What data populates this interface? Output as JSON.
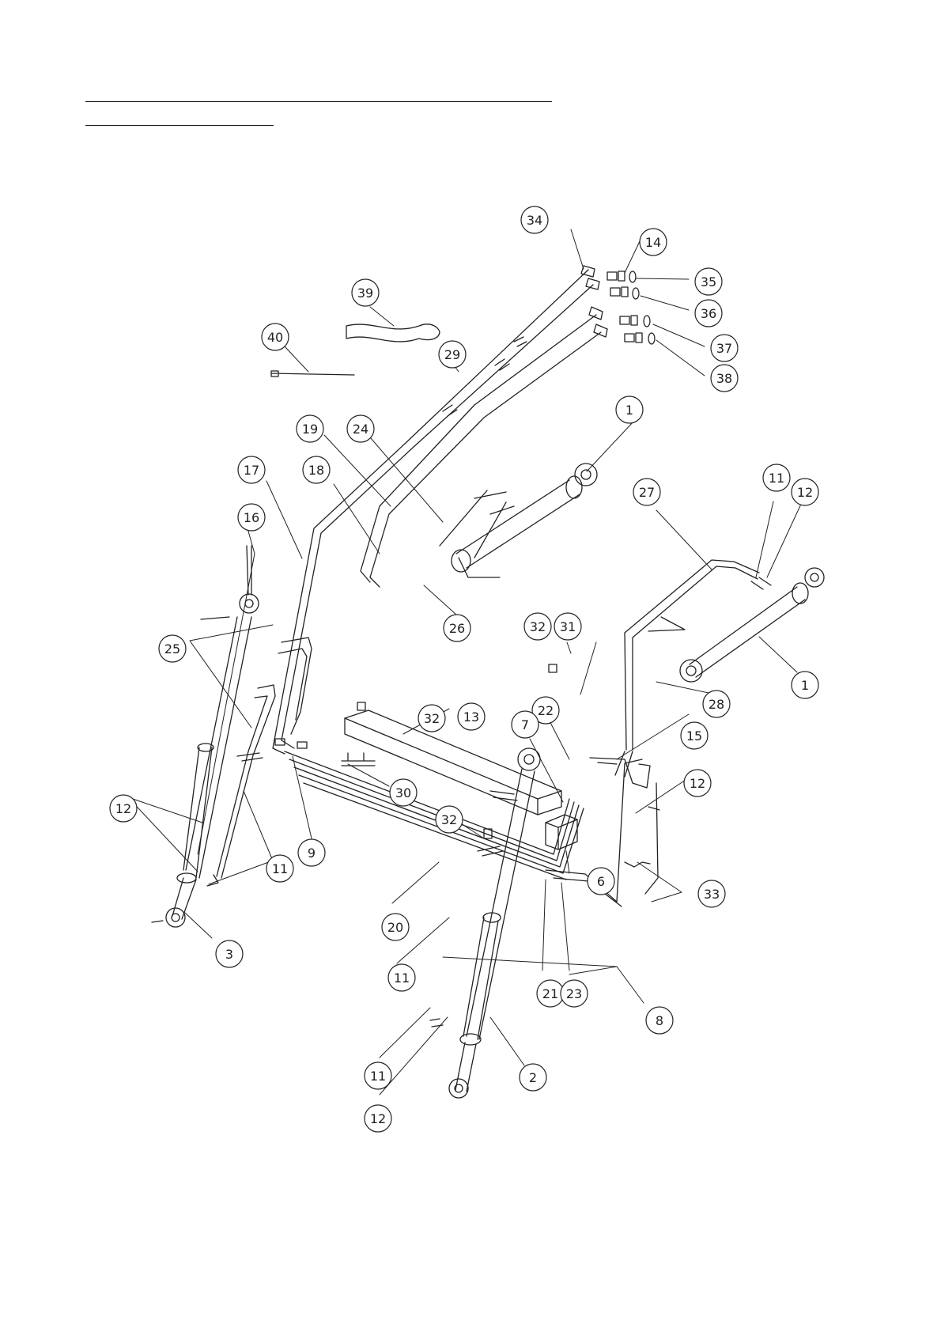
{
  "diagram": {
    "type": "exploded-parts-diagram",
    "header": {
      "line_count": 2
    },
    "callouts": [
      {
        "id": "c34",
        "label": "34"
      },
      {
        "id": "c14",
        "label": "14"
      },
      {
        "id": "c35",
        "label": "35"
      },
      {
        "id": "c36",
        "label": "36"
      },
      {
        "id": "c37",
        "label": "37"
      },
      {
        "id": "c38",
        "label": "38"
      },
      {
        "id": "c39",
        "label": "39"
      },
      {
        "id": "c40",
        "label": "40"
      },
      {
        "id": "c29",
        "label": "29"
      },
      {
        "id": "c19",
        "label": "19"
      },
      {
        "id": "c24",
        "label": "24"
      },
      {
        "id": "c1a",
        "label": "1"
      },
      {
        "id": "c17",
        "label": "17"
      },
      {
        "id": "c18",
        "label": "18"
      },
      {
        "id": "c16",
        "label": "16"
      },
      {
        "id": "c27",
        "label": "27"
      },
      {
        "id": "c11a",
        "label": "11"
      },
      {
        "id": "c12a",
        "label": "12"
      },
      {
        "id": "c26",
        "label": "26"
      },
      {
        "id": "c32a",
        "label": "32"
      },
      {
        "id": "c31",
        "label": "31"
      },
      {
        "id": "c25",
        "label": "25"
      },
      {
        "id": "c1b",
        "label": "1"
      },
      {
        "id": "c28",
        "label": "28"
      },
      {
        "id": "c32b",
        "label": "32"
      },
      {
        "id": "c22",
        "label": "22"
      },
      {
        "id": "c13",
        "label": "13"
      },
      {
        "id": "c7",
        "label": "7"
      },
      {
        "id": "c15",
        "label": "15"
      },
      {
        "id": "c12b",
        "label": "12"
      },
      {
        "id": "c30",
        "label": "30"
      },
      {
        "id": "c12c",
        "label": "12"
      },
      {
        "id": "c32c",
        "label": "32"
      },
      {
        "id": "c9",
        "label": "9"
      },
      {
        "id": "c11b",
        "label": "11"
      },
      {
        "id": "c6",
        "label": "6"
      },
      {
        "id": "c33",
        "label": "33"
      },
      {
        "id": "c20",
        "label": "20"
      },
      {
        "id": "c3",
        "label": "3"
      },
      {
        "id": "c11c",
        "label": "11"
      },
      {
        "id": "c21",
        "label": "21"
      },
      {
        "id": "c23",
        "label": "23"
      },
      {
        "id": "c8",
        "label": "8"
      },
      {
        "id": "c11d",
        "label": "11"
      },
      {
        "id": "c2",
        "label": "2"
      },
      {
        "id": "c12d",
        "label": "12"
      }
    ]
  }
}
